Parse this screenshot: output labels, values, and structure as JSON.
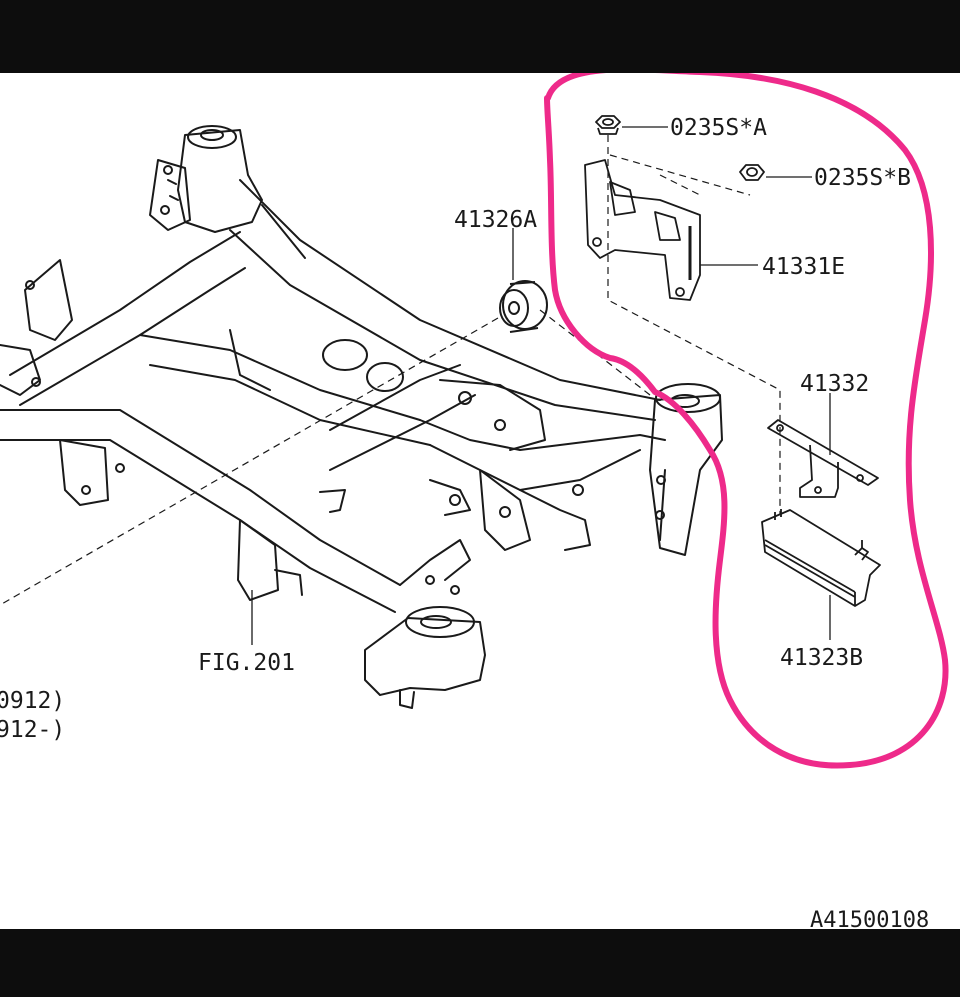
{
  "diagram": {
    "part_labels": {
      "nut_a": "0235S*A",
      "nut_b": "0235S*B",
      "bushing": "41326A",
      "bracket_upper": "41331E",
      "bracket_lower": "41332",
      "oil_cooler": "41323B",
      "fig_ref": "FIG.201"
    },
    "date_codes": {
      "range_1": "0912)",
      "range_2": "912-)"
    },
    "illustration_id": "A41500108",
    "highlight_color": "#ee2a8a",
    "line_color": "#1a1a1a"
  }
}
